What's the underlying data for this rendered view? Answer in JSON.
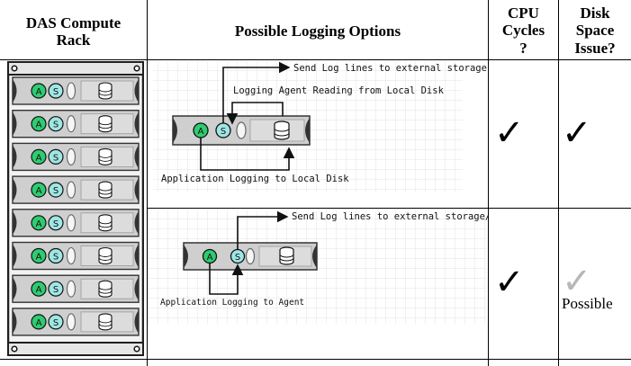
{
  "table": {
    "headers": {
      "rack": [
        "DAS Compute",
        "Rack"
      ],
      "options": "Possible Logging Options",
      "cpu": [
        "CPU",
        "Cycles",
        "?"
      ],
      "disk": [
        "Disk",
        "Space",
        "Issue?"
      ]
    },
    "rows": [
      {
        "labels": {
          "send": "Send Log lines to external storage",
          "agent": "Logging Agent Reading from Local Disk",
          "app": "Application Logging to Local Disk"
        },
        "cpu": "✓",
        "disk": "✓",
        "disk_note": ""
      },
      {
        "labels": {
          "send": "Send Log lines to external storage/Indexing etc",
          "app": "Application Logging to Agent"
        },
        "cpu": "✓",
        "disk": "✓",
        "disk_note": "Possible"
      }
    ]
  },
  "server_badges": {
    "app": "A",
    "agent": "S"
  },
  "rack_unit_count": 8,
  "colors": {
    "app_green": "#2ecc71",
    "agent_cyan": "#9fe7e5",
    "rack_frame": "#1f1f1f",
    "server_grey": "#cfcfcf",
    "grid_line": "#e3e3e3",
    "check_grey": "#b7b7b7"
  }
}
